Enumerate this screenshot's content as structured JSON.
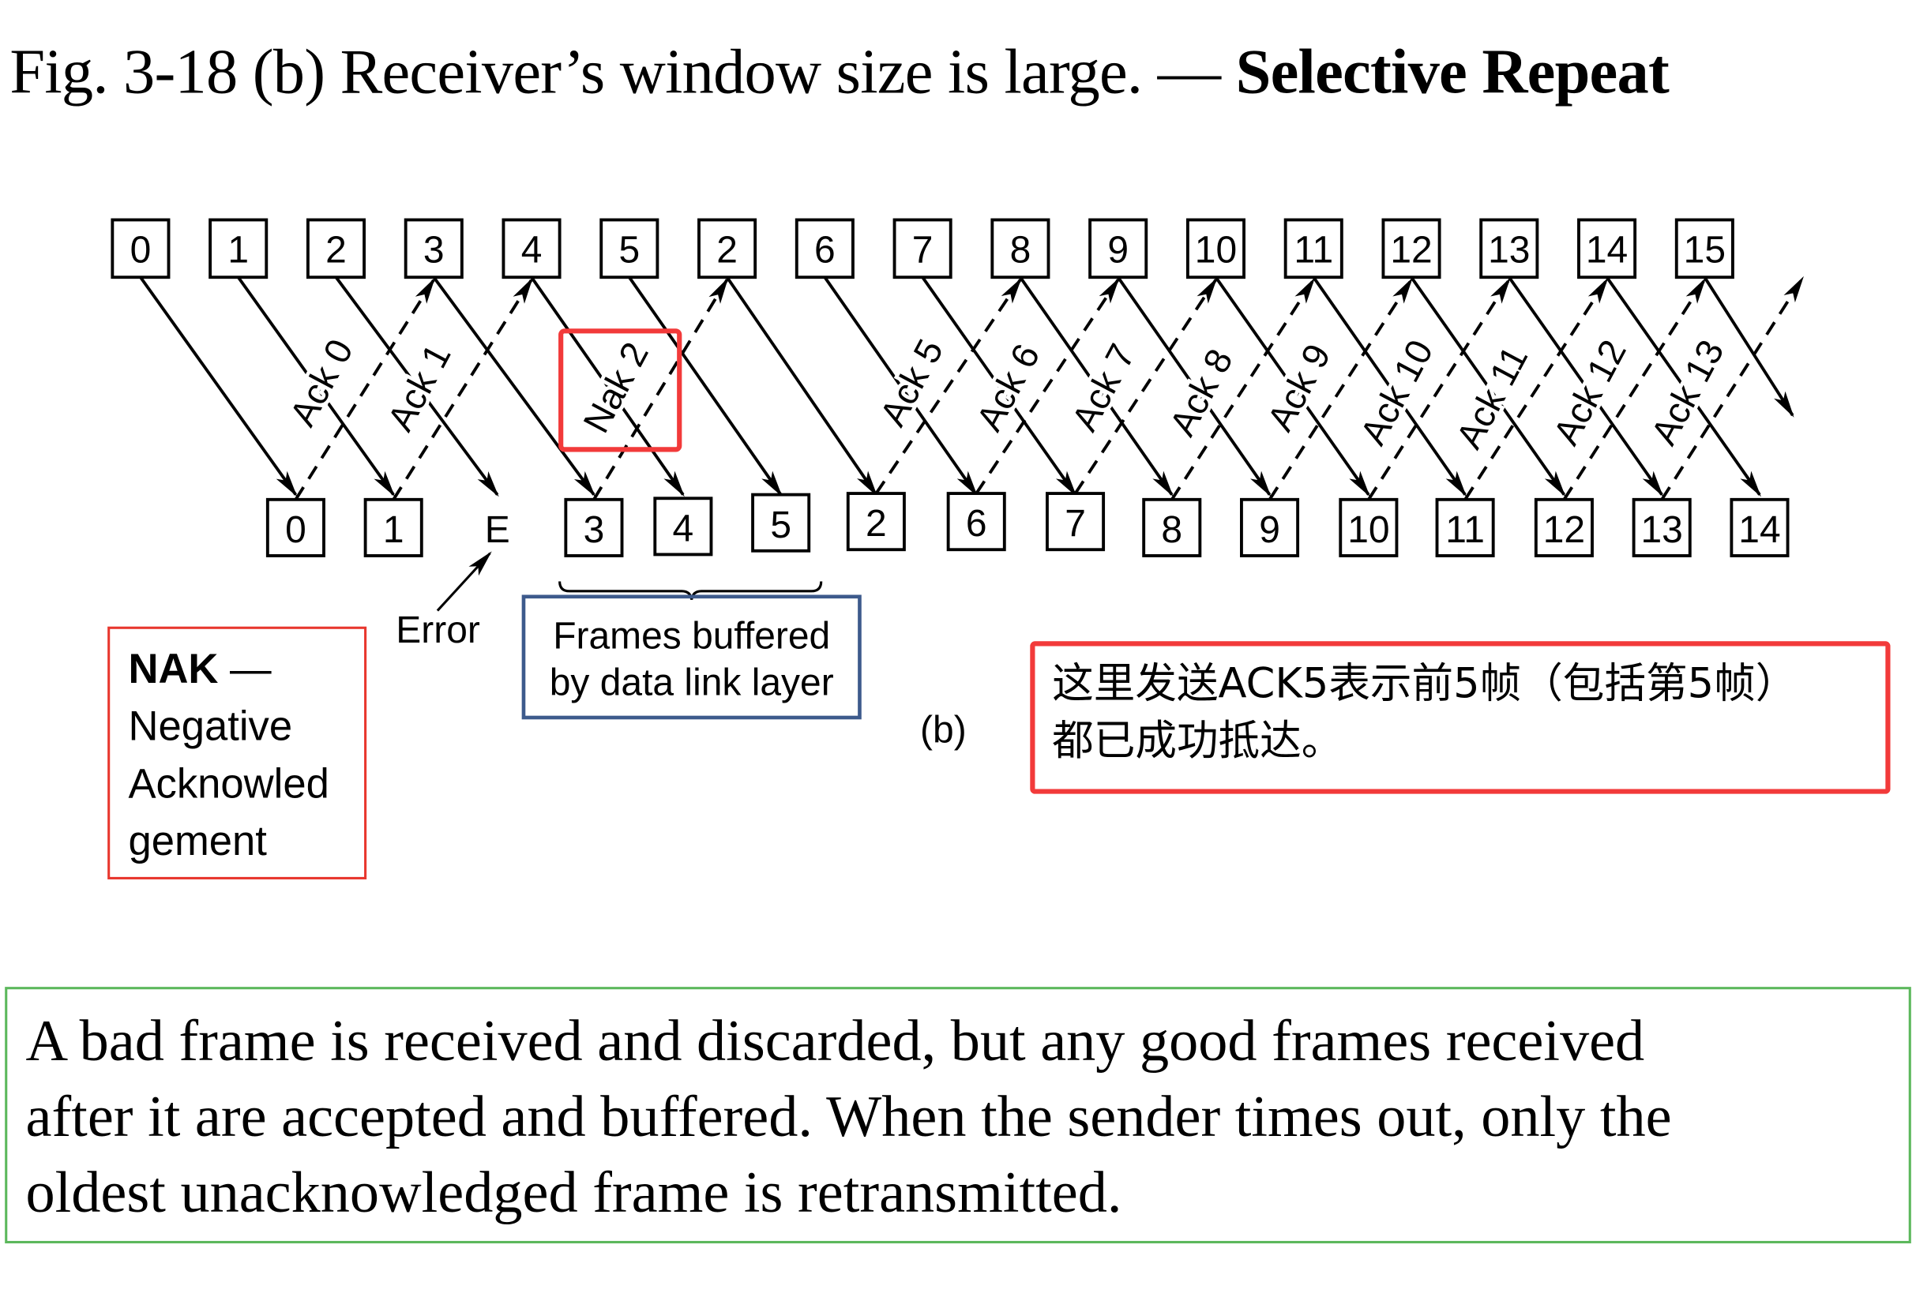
{
  "title": {
    "main": "Fig. 3-18 (b) Receiver’s window size is large. —",
    "emphasis": "Selective Repeat"
  },
  "diagram": {
    "sender_frames": [
      "0",
      "1",
      "2",
      "3",
      "4",
      "5",
      "2",
      "6",
      "7",
      "8",
      "9",
      "10",
      "11",
      "12",
      "13",
      "14",
      "15"
    ],
    "receiver_frames": [
      "0",
      "1",
      "E",
      "3",
      "4",
      "5",
      "2",
      "6",
      "7",
      "8",
      "9",
      "10",
      "11",
      "12",
      "13",
      "14"
    ],
    "responses": [
      {
        "label": "Ack 0",
        "type": "ack"
      },
      {
        "label": "Ack 1",
        "type": "ack"
      },
      {
        "label": "Nak 2",
        "type": "nak"
      },
      {
        "label": "Ack 5",
        "type": "ack"
      },
      {
        "label": "Ack 6",
        "type": "ack"
      },
      {
        "label": "Ack 7",
        "type": "ack"
      },
      {
        "label": "Ack 8",
        "type": "ack"
      },
      {
        "label": "Ack 9",
        "type": "ack"
      },
      {
        "label": "Ack 10",
        "type": "ack"
      },
      {
        "label": "Ack 11",
        "type": "ack"
      },
      {
        "label": "Ack 12",
        "type": "ack"
      },
      {
        "label": "Ack 13",
        "type": "ack"
      }
    ],
    "error_label": "Error",
    "buffer_label_line1": "Frames buffered",
    "buffer_label_line2": "by data link layer",
    "figure_label": "(b)"
  },
  "colors": {
    "highlight_red": "#e8372e",
    "note_red": "#f23a3a",
    "buffer_blue": "#3d5a8c",
    "summary_green": "#5cb85c"
  },
  "nak_note": {
    "term": "NAK",
    "dash": " —",
    "line2": "Negative",
    "line3": "Acknowled",
    "line4": "gement"
  },
  "ack_note": {
    "line1": "这里发送ACK5表示前5帧（包括第5帧）",
    "line2": "都已成功抵达。"
  },
  "summary": {
    "line1": "A bad frame is received and discarded, but any good frames received",
    "line2": "after it are accepted and buffered. When the sender times out, only the",
    "line3": "oldest unacknowledged frame is retransmitted."
  }
}
